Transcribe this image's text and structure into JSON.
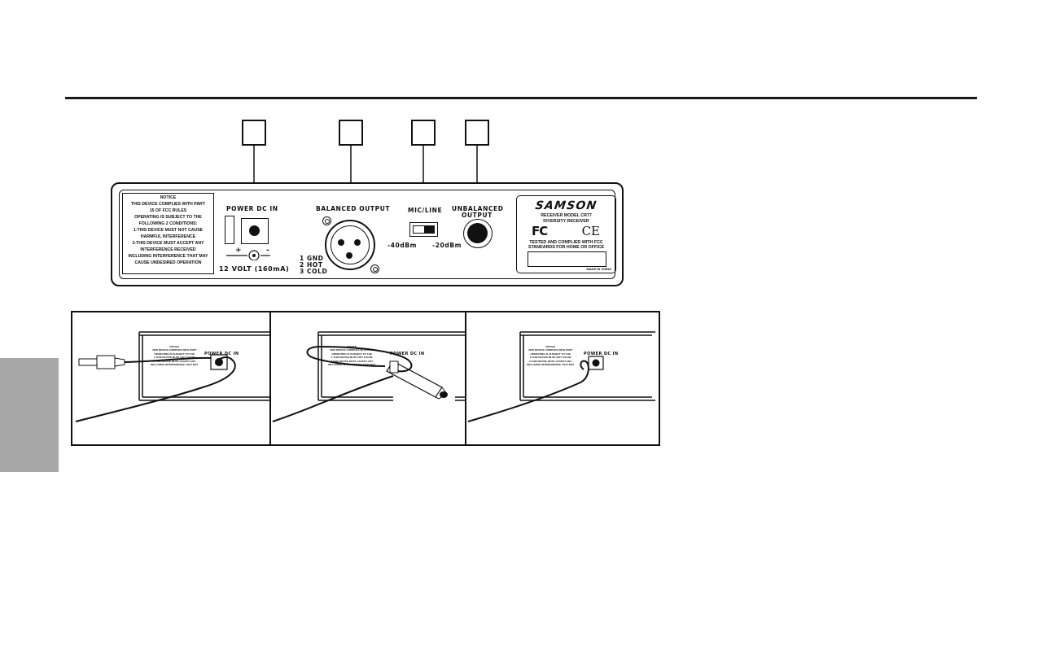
{
  "panel": {
    "notice": [
      "NOTICE",
      "THIS DEVICE COMPLIES WITH PART",
      "15 OF FCC RULES",
      "OPERATING IS SUBJECT TO THE",
      "FOLLOWING 2 CONDITIONS:",
      "1-THIS DEVICE MUST NOT CAUSE",
      "HARMFUL INTERFERENCE",
      "2-THIS DEVICE MUST ACCEPT ANY",
      "INTERFERENCE RECEIVED",
      "INCLUDING INTERFERENCE THAT MAY",
      "CAUSE UNDESIRED OPERATION"
    ],
    "power_dc_in": "POWER DC IN",
    "plus": "+",
    "minus": "-",
    "voltage": "12 VOLT (160mA)",
    "balanced_output": "BALANCED OUTPUT",
    "pins": [
      "1 GND",
      "2 HOT",
      "3 COLD"
    ],
    "mic_line": "MIC/LINE",
    "level_left": "-40dBm",
    "level_right": "-20dBm",
    "unbalanced_output": [
      "UNBALANCED",
      "OUTPUT"
    ],
    "plate": {
      "brand": "SAMSON",
      "model": "RECEIVER MODEL CR77",
      "type": "DIVERSITY RECEIVER",
      "fc": "FC",
      "ce": "CE",
      "tested": "TESTED AND COMPLIED WITH FCC",
      "standards": "STANDARDS FOR HOME OR OFFICE",
      "made_in": "MADE IN CHINA"
    }
  },
  "steps": {
    "power_dc_in": "POWER DC IN"
  }
}
